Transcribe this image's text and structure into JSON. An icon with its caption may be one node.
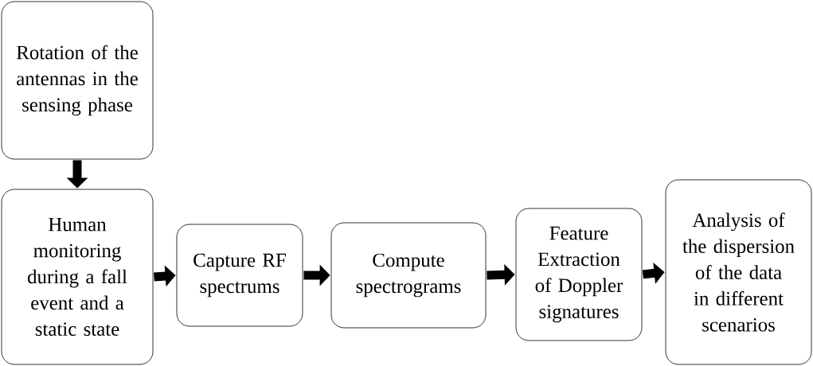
{
  "diagram": {
    "nodes": [
      {
        "text": [
          "Rotation of the antennas in the sensing phase"
        ]
      },
      {
        "text": [
          "Human monitoring during a fall event and a static state"
        ]
      },
      {
        "text": [
          "Capture RF spectrums"
        ]
      },
      {
        "text": [
          "Compute spectrograms"
        ]
      },
      {
        "text": [
          "Feature Extraction of Doppler signatures"
        ]
      },
      {
        "text": [
          "Analysis of the dispersion of the data in different scenarios"
        ]
      }
    ],
    "edges": [
      {
        "from": 0,
        "to": 1,
        "arrow": "to"
      },
      {
        "from": 1,
        "to": 2,
        "arrow": "to"
      },
      {
        "from": 2,
        "to": 3,
        "arrow": "to"
      },
      {
        "from": 3,
        "to": 4,
        "arrow": "to"
      },
      {
        "from": 4,
        "to": 5,
        "arrow": "to"
      }
    ]
  }
}
